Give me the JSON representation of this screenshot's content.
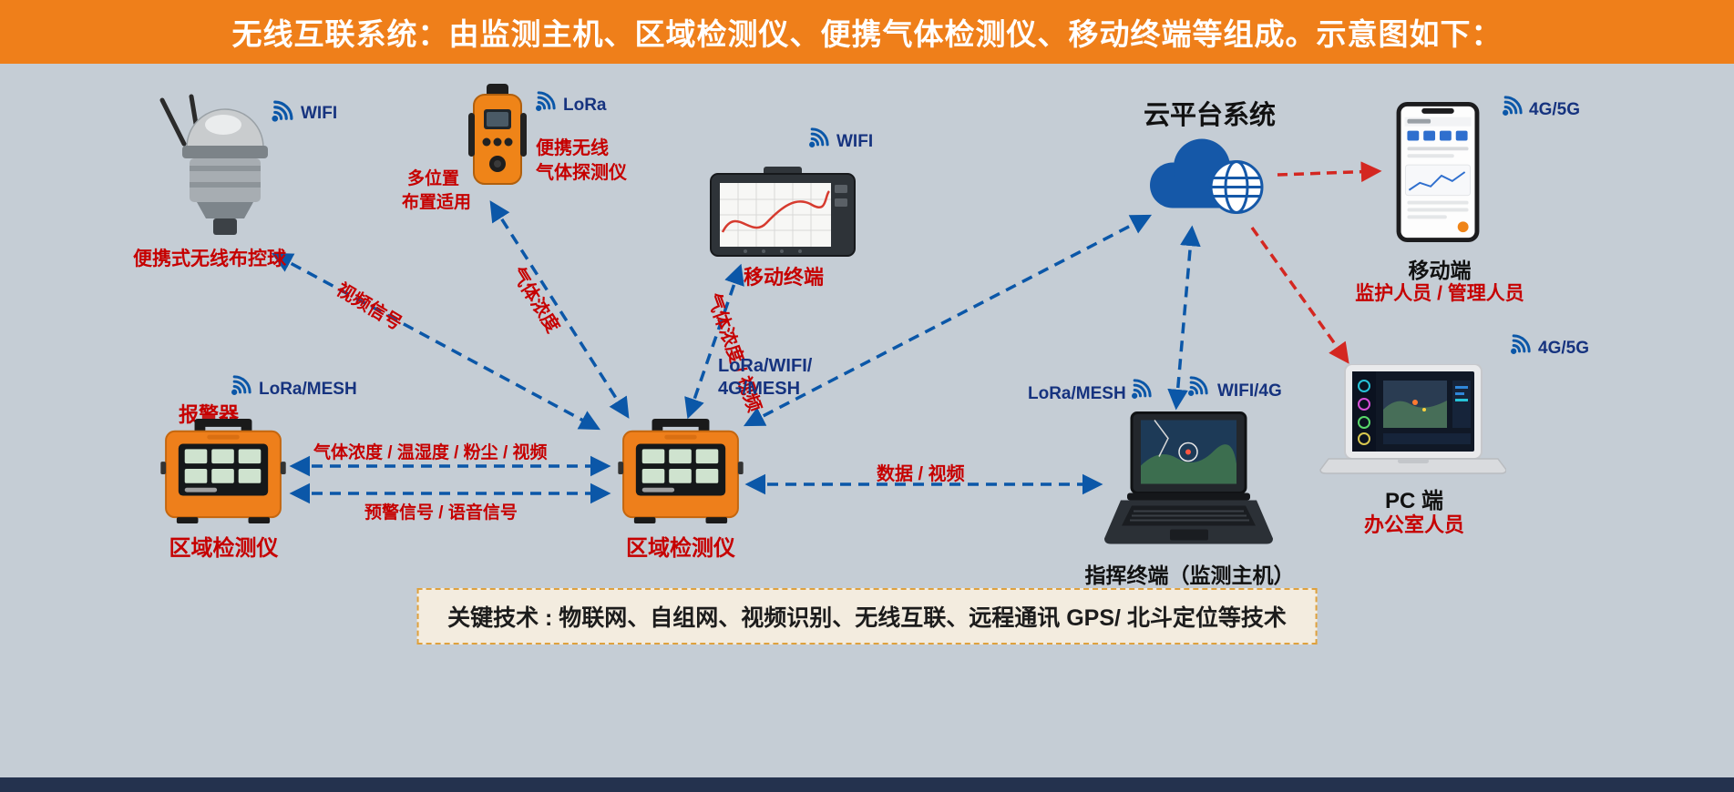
{
  "header": {
    "title": "无线互联系统：由监测主机、区域检测仪、便携气体检测仪、移动终端等组成。示意图如下："
  },
  "nodes": {
    "ball_camera": {
      "name": "便携式无线布控球",
      "signal": "WIFI"
    },
    "gas_detector": {
      "name_line1": "便携无线",
      "name_line2": "气体探测仪",
      "note_line1": "多位置",
      "note_line2": "布置适用",
      "signal": "LoRa"
    },
    "mobile_terminal": {
      "name": "移动终端",
      "signal": "WIFI"
    },
    "cloud": {
      "name": "云平台系统"
    },
    "mobile_app": {
      "name": "移动端",
      "users": "监护人员 / 管理人员",
      "signal": "4G/5G"
    },
    "alarm": {
      "name": "报警器",
      "device_name": "区域检测仪",
      "signal": "LoRa/MESH"
    },
    "area_detector": {
      "name": "区域检测仪"
    },
    "command_terminal": {
      "name": "指挥终端（监测主机）",
      "signal_left": "LoRa/MESH",
      "signal_right": "WIFI/4G"
    },
    "pc": {
      "name": "PC 端",
      "users": "办公室人员",
      "signal": "4G/5G"
    }
  },
  "links": {
    "camera_to_detector": "视频信号",
    "gas_to_detector": "气体浓度",
    "terminal_to_detector": "气体浓度 / 视频",
    "detector_to_cloud_line1": "LoRa/WIFI/",
    "detector_to_cloud_line2": "4G/MESH",
    "alarm_to_detector_up": "气体浓度 / 温湿度 / 粉尘 / 视频",
    "alarm_to_detector_down": "预警信号 / 语音信号",
    "detector_to_command": "数据 / 视频"
  },
  "key_tech": {
    "text": "关键技术 : 物联网、自组网、视频识别、无线互联、远程通讯 GPS/ 北斗定位等技术"
  },
  "colors": {
    "header_bg": "#EF7F1A",
    "canvas_bg": "#C5CDD5",
    "link_blue": "#0B57A8",
    "link_red": "#D42721",
    "label_red": "#C60000",
    "label_blue": "#16337F",
    "cloud_blue": "#1558A8",
    "keytech_bg": "#F3ECDF",
    "keytech_border": "#DFA13D",
    "footer_bg": "#24324E"
  }
}
